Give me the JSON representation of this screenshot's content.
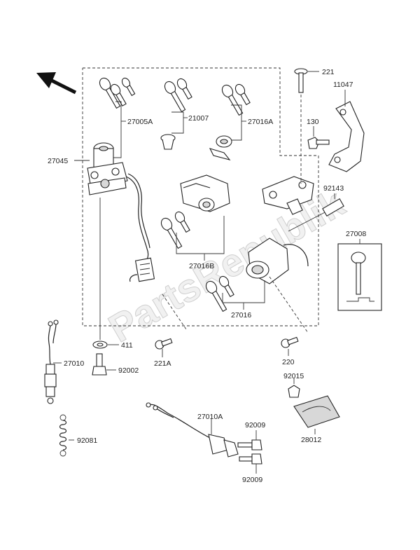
{
  "watermark": "PartsRepublik",
  "labels": {
    "p27005A": "27005A",
    "p21007": "21007",
    "p27016A": "27016A",
    "p27045": "27045",
    "p221": "221",
    "p11047": "11047",
    "p130": "130",
    "p92143": "92143",
    "p27008": "27008",
    "p27016B": "27016B",
    "p27016": "27016",
    "p411": "411",
    "p221A": "221A",
    "p220": "220",
    "p27010": "27010",
    "p92002": "92002",
    "p92015": "92015",
    "p27010A": "27010A",
    "p92009a": "92009",
    "p92009b": "92009",
    "p28012": "28012",
    "p92081": "92081"
  }
}
